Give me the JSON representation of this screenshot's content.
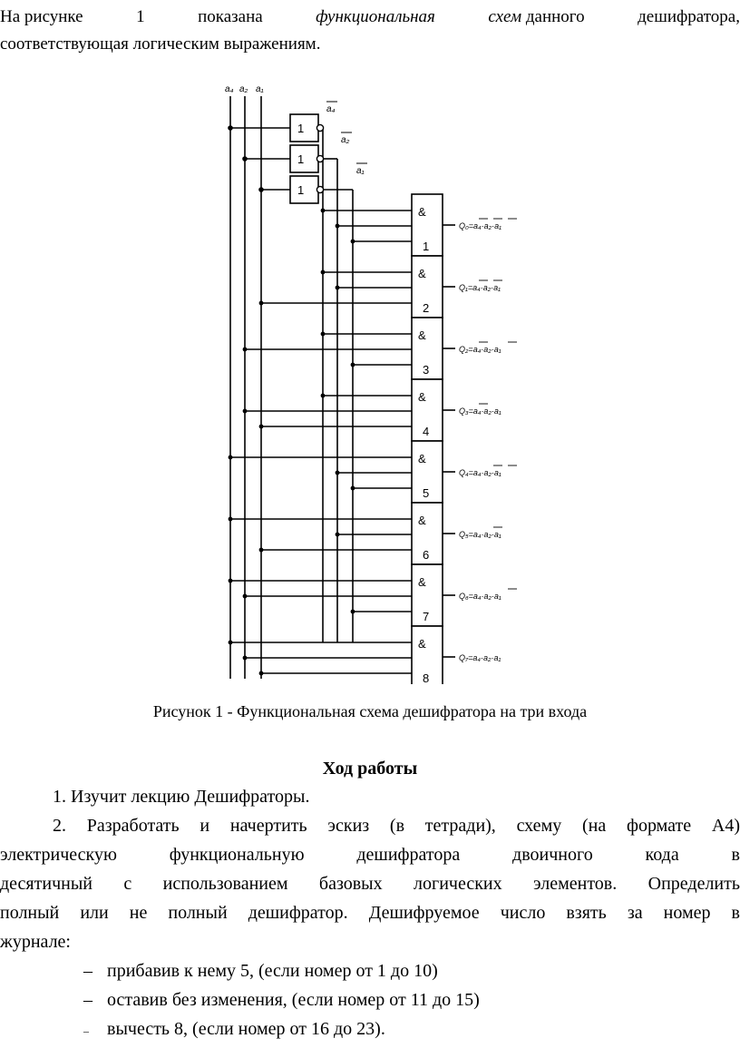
{
  "intro": {
    "w1": "На рисунке",
    "w2": "1",
    "w3": "показана",
    "w4": "функциональная",
    "w5": "схем",
    "w6": "данного",
    "w7": "дешифратора,",
    "line2": "соответствующая логическим выражениям."
  },
  "diagram": {
    "inputs": [
      "a₄",
      "a₂",
      "a₁"
    ],
    "not_inputs": [
      "a₄",
      "a₂",
      "a₁"
    ],
    "not_label": "1",
    "and_label": "&",
    "gates": [
      "1",
      "2",
      "3",
      "4",
      "5",
      "6",
      "7",
      "8"
    ],
    "outputs": [
      "Q₀=a₄·a₂·a₁",
      "Q₁=a₄·a₂·a₁",
      "Q₂=a₄·a₂·a₁",
      "Q₃=a₄·a₂·a₁",
      "Q₄=a₄·a₂·a₁",
      "Q₅=a₄·a₂·a₁",
      "Q₆=a₄·a₂·a₁",
      "Q₇=a₄·a₂·a₁"
    ]
  },
  "caption": "Рисунок 1 - Функциональная схема дешифратора на три входа",
  "heading": "Ход работы",
  "steps": {
    "s1": "1. Изучит лекцию Дешифраторы.",
    "s2_l1": "2. Разработать и начертить эскиз (в тетради), схему (на формате А4)",
    "s2_l2": "электрическую функциональную дешифратора двоичного кода в",
    "s2_l3": "десятичный с использованием базовых логических элементов.  Определить",
    "s2_l4": "полный или не полный дешифратор. Дешифруемое число взять за номер в",
    "s2_l5": "журнале:"
  },
  "list": [
    {
      "dash": "–",
      "text": "прибавив к нему 5, (если номер от 1 до 10)"
    },
    {
      "dash": "–",
      "text": "оставив без изменения, (если номер от 11 до 15)"
    },
    {
      "dash": "–",
      "text": "вычесть 8, (если номер от 16 до 23)."
    }
  ]
}
